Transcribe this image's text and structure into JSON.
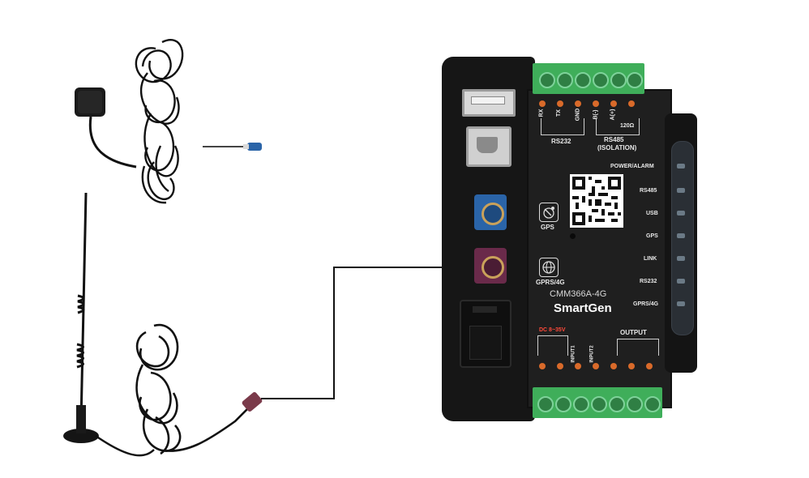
{
  "device": {
    "model": "CMM366A-4G",
    "brand": "SmartGen",
    "rs232_label": "RS232",
    "rs232_pins": [
      "RX",
      "TX",
      "GND"
    ],
    "rs485_label": "RS485",
    "rs485_isolation": "(ISOLATION)",
    "rs485_pins": [
      "B(-)",
      "A(+)",
      "120Ω"
    ],
    "power_range": "DC 8~35V",
    "input1": "INPUT1",
    "input2": "INPUT2",
    "output_label": "OUTPUT",
    "gps_port_label": "GPS",
    "gprs_port_label": "GPRS/4G",
    "led_labels": [
      "POWER/ALARM",
      "RS485",
      "USB",
      "GPS",
      "LINK",
      "RS232",
      "GPRS/4G"
    ]
  },
  "colors": {
    "housing": "#1c1c1c",
    "terminal_green": "#3fae5a",
    "gps_connector": "#2a64a8",
    "gprs_connector": "#6a2a4a",
    "led_lens": "#4a5560"
  }
}
